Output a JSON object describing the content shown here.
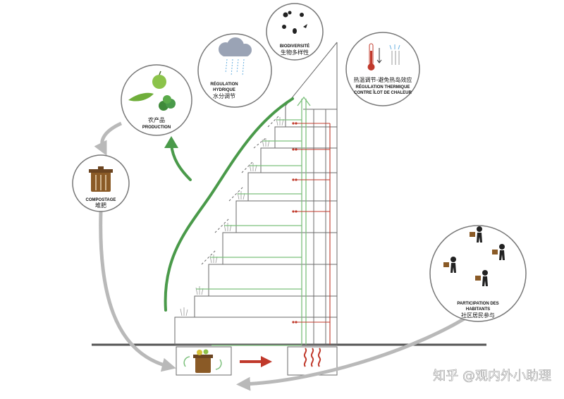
{
  "bubbles": {
    "production": {
      "fr": "PRODUCTION",
      "cn": "农产品"
    },
    "compost": {
      "fr": "COMPOSTAGE",
      "cn": "堆肥"
    },
    "hydric": {
      "fr1": "RÉGULATION",
      "fr2": "HYDRIQUE",
      "cn": "水分调节"
    },
    "biodiversity": {
      "fr": "BIODIVERSITÉ",
      "cn": "生物多样性"
    },
    "thermal": {
      "cn": "热温调节-避免热岛效应",
      "fr1": "RÉGULATION THERMIQUE",
      "fr2": "CONTRE ÎLOT DE CHALEUR"
    },
    "participation": {
      "fr1": "PARTICIPATION DES",
      "fr2": "HABITANTS",
      "cn": "社区居民参与"
    }
  },
  "watermark": "知乎 @观内外小助理",
  "colors": {
    "green": "#4a9a4a",
    "green_light": "#7cc07c",
    "red": "#c0392b",
    "grey_arrow": "#b9b9b9",
    "ground": "#555555",
    "lines": "#6a6a6a",
    "bin_brown": "#8a5a26"
  },
  "icons": [
    "apple-icon",
    "peas-icon",
    "lettuce-icon",
    "compost-bin-icon",
    "rain-cloud-icon",
    "insects-icon",
    "thermometer-icon",
    "people-icon",
    "heat-waves-icon",
    "recycle-arrows-icon"
  ]
}
